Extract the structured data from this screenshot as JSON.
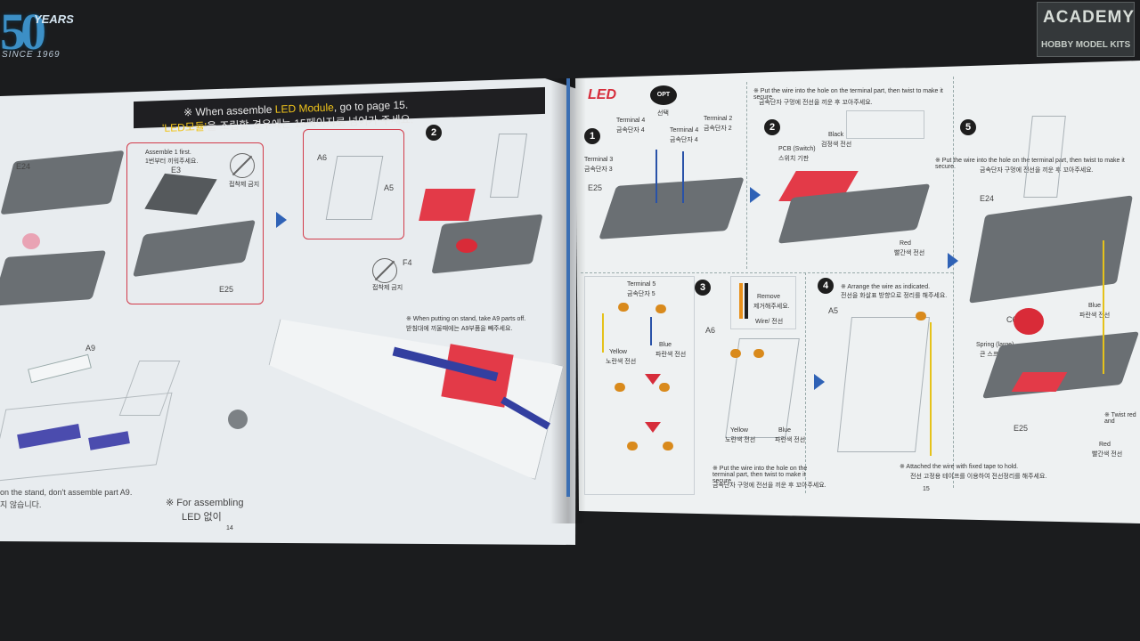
{
  "brand": {
    "anniversary_number": "50",
    "anniversary_word": "YEARS",
    "since": "SINCE 1969",
    "academy": "ACADEMY",
    "academy_sub": "HOBBY MODEL KITS"
  },
  "left_page": {
    "header_en_prefix": "※ When assemble ",
    "header_en_highlight": "LED Module",
    "header_en_suffix": ", go to page 15.",
    "header_ko_highlight": "'LED모듈'",
    "header_ko_suffix": "을 조립할 경우에는 15페이지로 넘어가 주세요.",
    "labels": {
      "e24": "E24",
      "e3": "E3",
      "e25": "E25",
      "a6": "A6",
      "a5": "A5",
      "f4": "F4",
      "a9": "A9",
      "assemble_first": "Assemble",
      "assemble_first_part": "1",
      "assemble_first_suffix": "first.",
      "assemble_first_ko": "1번부터 끼워주세요.",
      "cement_ko_1": "접착제 금지",
      "cement_ko_2": "접착제 금지",
      "step_2": "2",
      "stand_note_en": "※ When putting on stand, take A9 parts off.",
      "stand_note_ko": "받침대에 끼울때에는 A9부품을 빼주세요.",
      "bottom_note_left": "on the stand, don't assemble part A9.",
      "bottom_note_left_ko": "지 않습니다.",
      "bottom_note_mid": "※ For assembling",
      "bottom_note_mid_ko": "LED 없이",
      "page_number": "14"
    }
  },
  "right_page": {
    "led_title": "LED",
    "opt": "OPT",
    "opt_ko": "선택",
    "step1": "1",
    "step2": "2",
    "step3": "3",
    "step4": "4",
    "step5": "5",
    "terminal4a": "Terminal 4",
    "terminal4a_ko": "금속단자 4",
    "terminal4b": "Terminal 4",
    "terminal4b_ko": "금속단자 4",
    "terminal2": "Terminal 2",
    "terminal2_ko": "금속단자 2",
    "terminal3": "Terminal 3",
    "terminal3_ko": "금속단자 3",
    "e25": "E25",
    "note_step2_en": "※ Put the wire into the hole on the terminal part, then twist to make it secure.",
    "note_step2_ko": "금속단자 구멍에 전선을 끼운 후 꼬아주세요.",
    "black": "Black",
    "black_ko": "검정색 전선",
    "pcb": "PCB (Switch)",
    "pcb_ko": "스위치 기판",
    "red": "Red",
    "red_ko": "빨간색 전선",
    "terminal5": "Terminal 5",
    "terminal5_ko": "금속단자 5",
    "yellow": "Yellow",
    "yellow_ko": "노란색 전선",
    "blue": "Blue",
    "blue_ko": "파란색 전선",
    "remove": "Remove",
    "remove_ko": "제거해주세요.",
    "wire": "Wire/ 전선",
    "a6": "A6",
    "note_step3_en": "※ Put the wire into the hole on the terminal part, then twist to make it secure.",
    "note_step3_ko": "금속단자 구멍에 전선을 끼운 후 꼬아주세요.",
    "arrange_en": "※ Arrange the wire as indicated.",
    "arrange_ko": "전선을 화살표 방향으로 정리를 해주세요.",
    "a5": "A5",
    "attached_en": "※ Attached the wire with fixed tape to hold.",
    "attached_ko": "전선 고정용 테이프를 이용하여 전선정리를 해주세요.",
    "put_wire_en": "※ Put the wire into the hole on the terminal part, then twist to make it secure.",
    "put_wire_ko": "금속단자 구멍에 전선을 끼운 후 꼬아주세요.",
    "e24": "E24",
    "c6": "C6",
    "spring": "Spring (large)",
    "spring_ko": "큰 스프링",
    "e25b": "E25",
    "twist": "※ Twist red and",
    "page_number": "15"
  }
}
